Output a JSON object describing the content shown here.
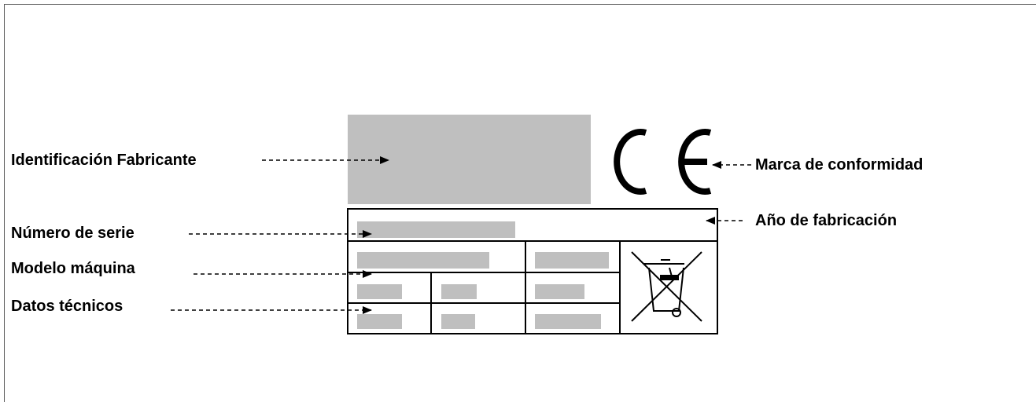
{
  "labels": {
    "manufacturer_id": "Identificación Fabricante",
    "serial_number": "Número de serie",
    "machine_model": "Modelo máquina",
    "technical_data": "Datos técnicos",
    "conformity_mark": "Marca de conformidad",
    "manufacture_year": "Año de fabricación"
  },
  "colors": {
    "placeholder_fill": "#bfbfbf",
    "line": "#000000",
    "frame_border": "#5a5a5a"
  },
  "icons": {
    "conformity": "ce-mark-icon",
    "disposal": "crossed-out-wheelie-bin-icon"
  }
}
